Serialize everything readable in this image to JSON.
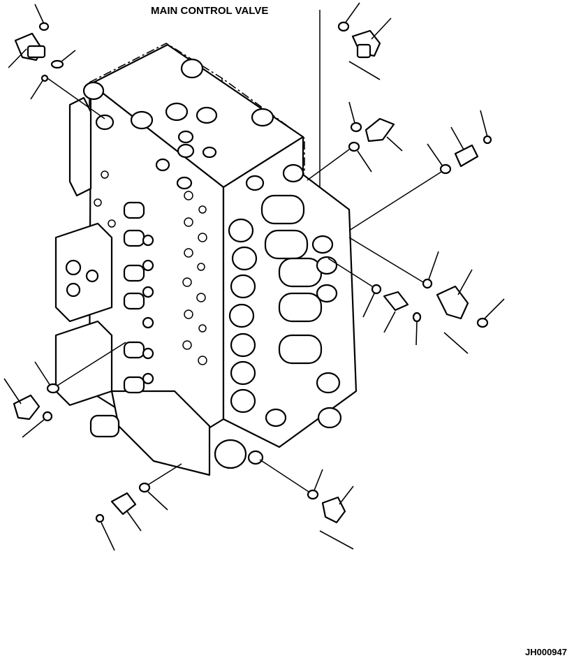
{
  "diagram": {
    "title": "MAIN CONTROL VALVE",
    "drawing_number": "JH000947"
  },
  "icons": {
    "valve_body": "main-control-valve-assembly",
    "fitting": "elbow-fitting-icon",
    "connector": "straight-connector-icon",
    "o_ring": "o-ring-icon"
  }
}
